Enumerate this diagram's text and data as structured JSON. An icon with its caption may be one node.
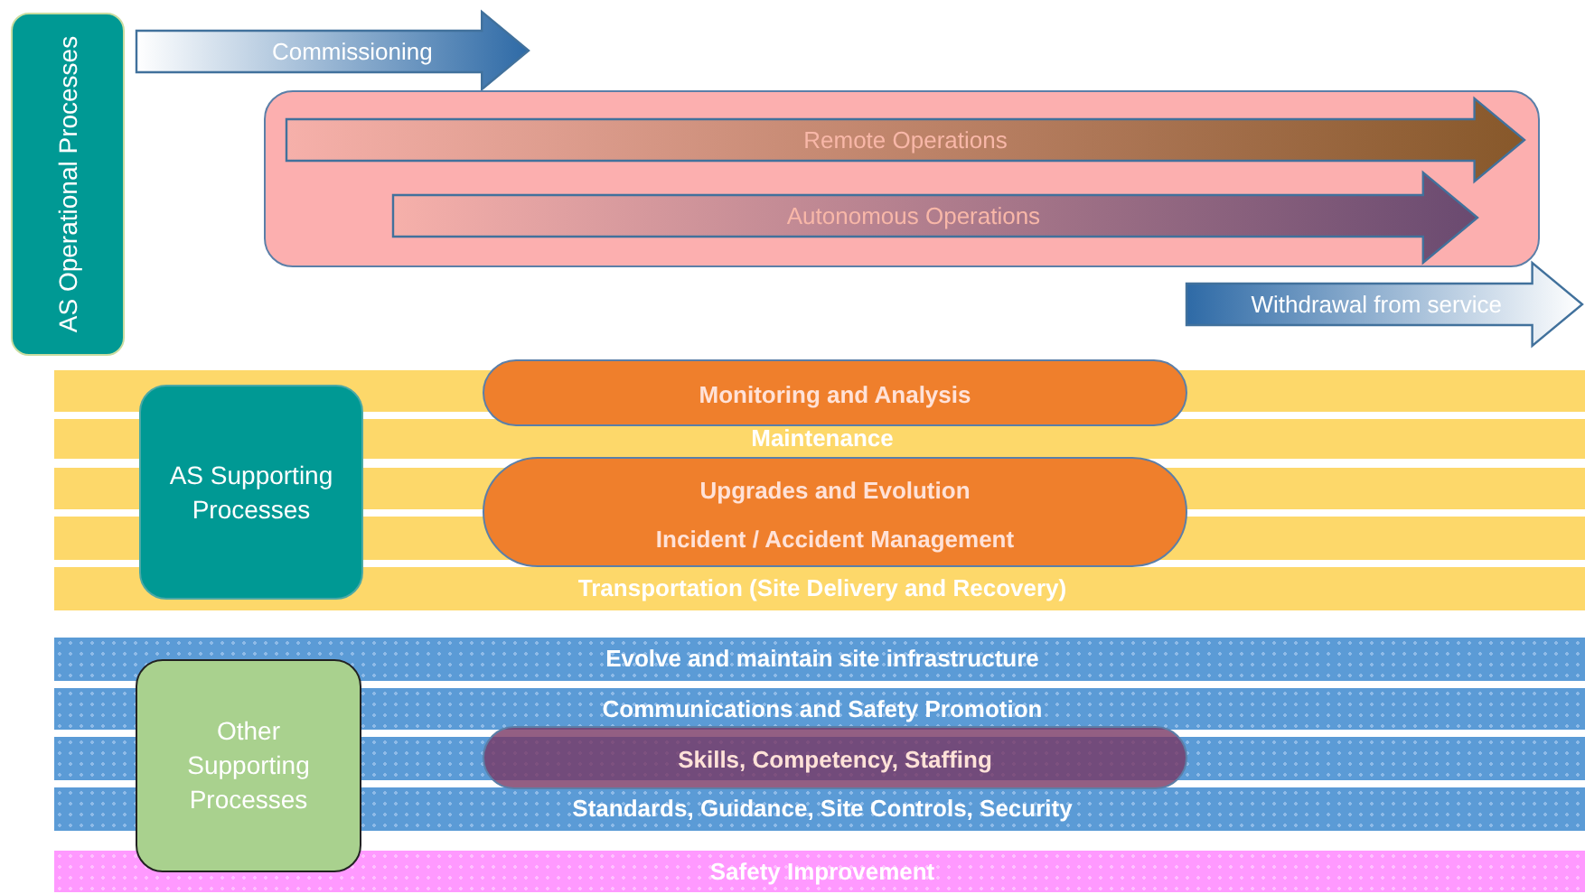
{
  "diagram": {
    "nodes": [
      {
        "text": [
          "AS Operational Processes"
        ]
      },
      {
        "text": [
          "Commissioning"
        ]
      },
      {
        "text": [],
        "shape": "box"
      },
      {
        "text": [
          "Remote Operations"
        ],
        "in": 2
      },
      {
        "text": [
          "Autonomous Operations"
        ],
        "in": 2
      },
      {
        "text": [
          "Withdrawal from service"
        ]
      },
      {
        "text": [
          "AS Supporting Processes"
        ]
      },
      {
        "text": [
          "Monitoring and Analysis"
        ]
      },
      {
        "text": [
          "Maintenance"
        ]
      },
      {
        "text": [
          "Upgrades and Evolution",
          "Incident / Accident Management"
        ]
      },
      {
        "text": [
          "Transportation (Site Delivery and Recovery)"
        ]
      },
      {
        "text": [
          "Other Supporting Processes"
        ]
      },
      {
        "text": [
          "Evolve and maintain site infrastructure"
        ]
      },
      {
        "text": [
          "Communications and Safety Promotion"
        ]
      },
      {
        "text": [
          "Skills, Competency, Staffing"
        ]
      },
      {
        "text": [
          "Standards, Guidance, Site Controls, Security"
        ]
      },
      {
        "text": [
          "Safety Improvement"
        ]
      }
    ]
  }
}
